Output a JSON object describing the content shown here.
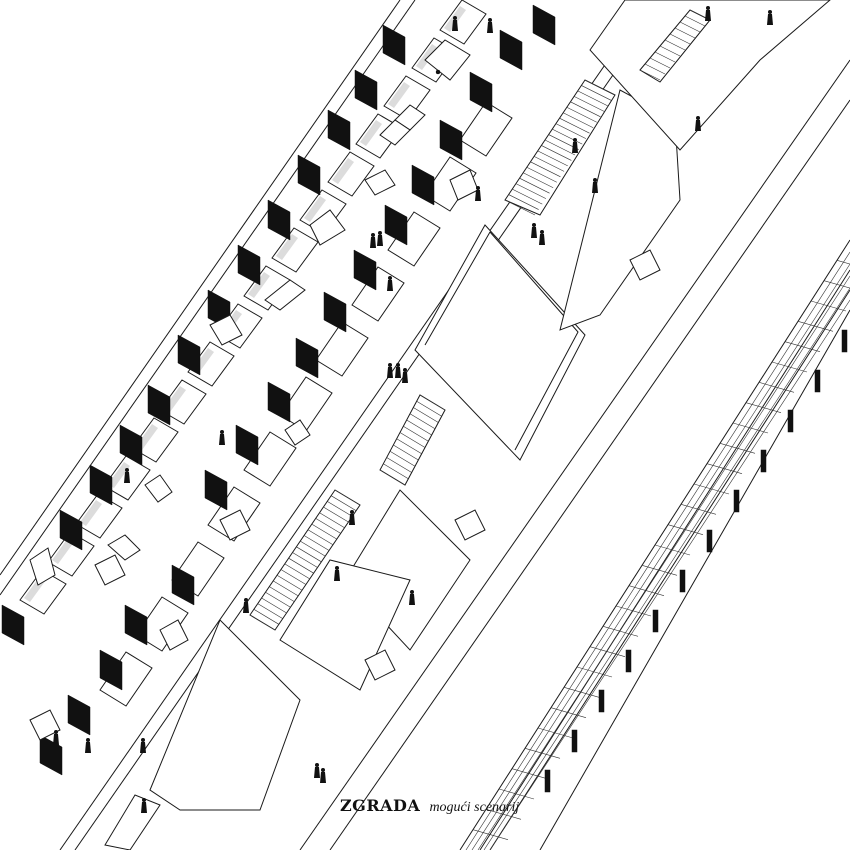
{
  "caption": {
    "title": "ZGRADA",
    "subtitle": "mogući scenarij"
  },
  "drawing": {
    "style": "axonometric line drawing",
    "colors": {
      "line": "#1a1a1a",
      "fill": "#ffffff",
      "shade": "#dcdcdc",
      "solid": "#111111"
    }
  }
}
